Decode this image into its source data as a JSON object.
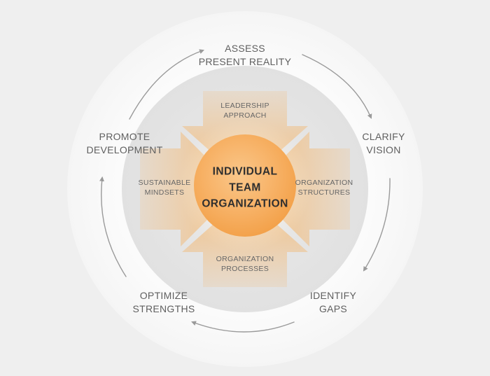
{
  "core": {
    "lines": [
      "INDIVIDUAL",
      "TEAM",
      "ORGANIZATION"
    ]
  },
  "factors": {
    "top": [
      "LEADERSHIP",
      "APPROACH"
    ],
    "right": [
      "ORGANIZATION",
      "STRUCTURES"
    ],
    "bottom": [
      "ORGANIZATION",
      "PROCESSES"
    ],
    "left": [
      "SUSTAINABLE",
      "MINDSETS"
    ]
  },
  "cycle": {
    "stages": [
      {
        "lines": [
          "ASSESS",
          "PRESENT REALITY"
        ]
      },
      {
        "lines": [
          "CLARIFY",
          "VISION"
        ]
      },
      {
        "lines": [
          "IDENTIFY",
          "GAPS"
        ]
      },
      {
        "lines": [
          "OPTIMIZE",
          "STRENGTHS"
        ]
      },
      {
        "lines": [
          "PROMOTE",
          "DEVELOPMENT"
        ]
      }
    ]
  },
  "colors": {
    "background": "#efefef",
    "outer_ring": "#f7f7f7",
    "inner_disc": "#e6e6e6",
    "accent": "#f6a94e",
    "arrow": "#9a9a9a"
  }
}
